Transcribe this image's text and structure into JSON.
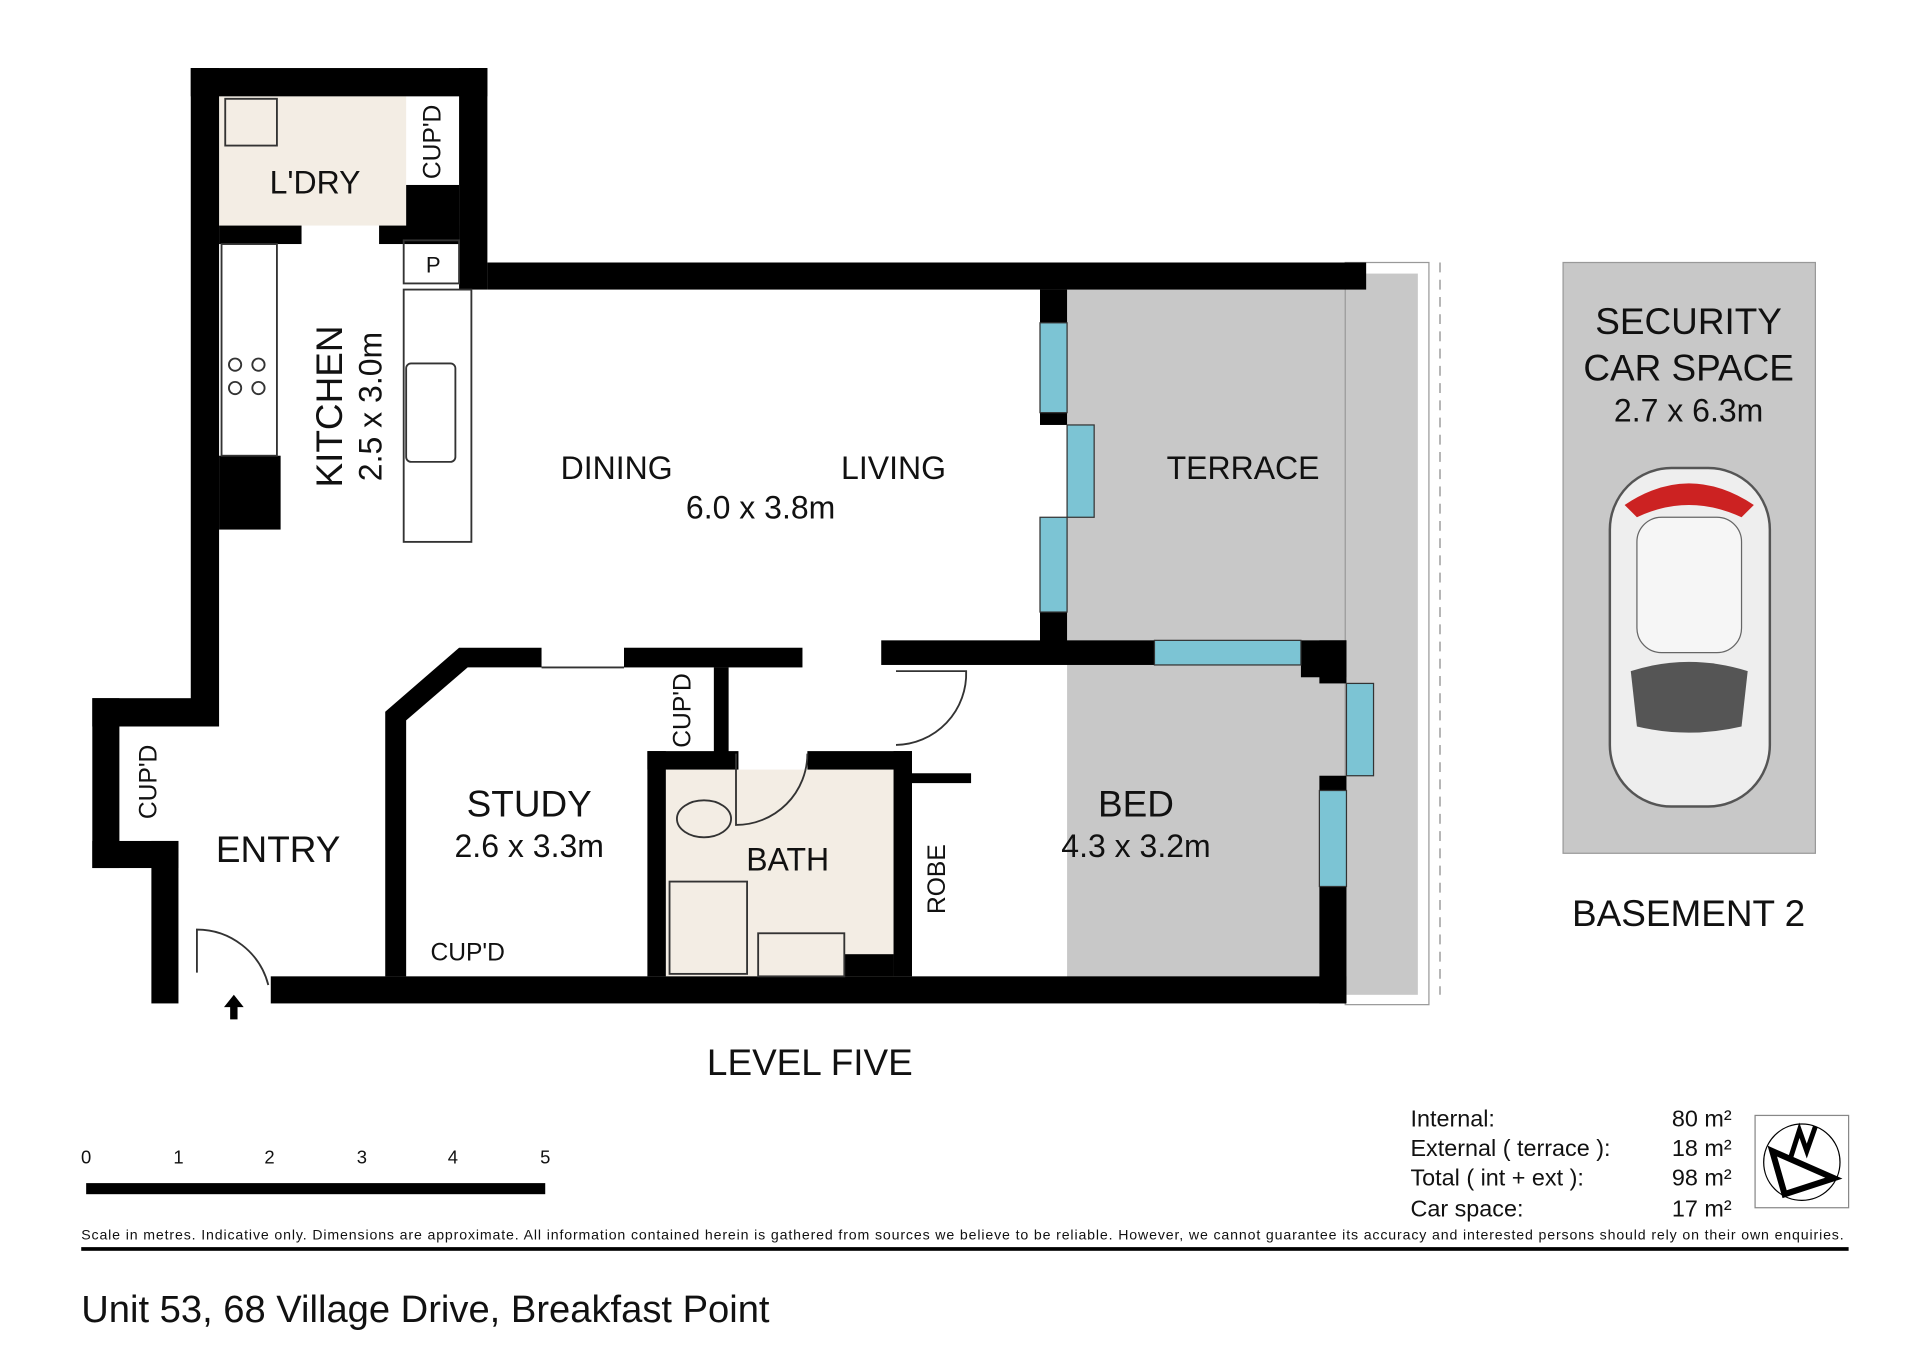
{
  "rooms": {
    "laundry": "L'DRY",
    "kitchen": {
      "name": "KITCHEN",
      "size": "2.5 x 3.0m"
    },
    "dining": "DINING",
    "living": "LIVING",
    "living_size": "6.0 x 3.8m",
    "terrace": "TERRACE",
    "entry": "ENTRY",
    "study": {
      "name": "STUDY",
      "size": "2.6 x 3.3m"
    },
    "bath": "BATH",
    "bed": {
      "name": "BED",
      "size": "4.3 x 3.2m"
    },
    "robe": "ROBE",
    "pantry": "P",
    "cupboard": "CUP'D"
  },
  "car_space": {
    "title1": "SECURITY",
    "title2": "CAR SPACE",
    "size": "2.7 x 6.3m",
    "level": "BASEMENT 2"
  },
  "level": "LEVEL FIVE",
  "scale": {
    "ticks": [
      "0",
      "1",
      "2",
      "3",
      "4",
      "5"
    ]
  },
  "areas": [
    {
      "label": "Internal:",
      "value": "80 m²"
    },
    {
      "label": "External ( terrace ):",
      "value": "18 m²"
    },
    {
      "label": "Total ( int + ext ):",
      "value": "98 m²"
    },
    {
      "label": "Car space:",
      "value": "17 m²"
    }
  ],
  "disclaimer": "Scale in metres. Indicative only. Dimensions are approximate. All information contained herein is gathered from sources we believe to be reliable. However, we cannot guarantee its accuracy and interested persons should rely on their own enquiries.",
  "address": "Unit 53, 68 Village Drive, Breakfast Point",
  "colors": {
    "wall": "#000000",
    "window": "#7cc4d4",
    "terrace": "#c8c8c8",
    "tile": "#f3ede4"
  }
}
